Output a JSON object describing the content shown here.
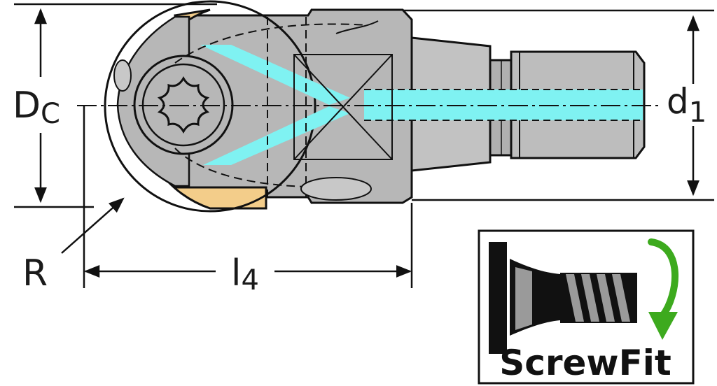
{
  "colors": {
    "insert": "#F3CD8A",
    "body": "#B7B7B7",
    "body_light": "#C8C8C8",
    "coolant": "#7FF2F2",
    "outline": "#111111",
    "arrow_green": "#3DAA1E"
  },
  "labels": {
    "dc_main": "D",
    "dc_sub": "C",
    "d1_main": "d",
    "d1_sub": "1",
    "r": "R",
    "l4_main": "l",
    "l4_sub": "4"
  },
  "logo": {
    "text": "ScrewFit",
    "icon": "screw-rotation-icon"
  }
}
